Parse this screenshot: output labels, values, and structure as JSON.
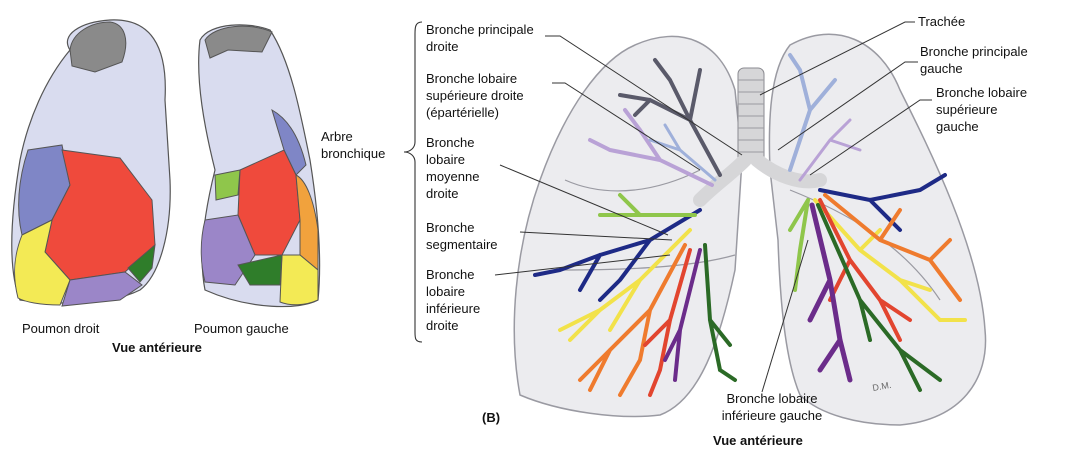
{
  "left_panel": {
    "right_lung_caption": "Poumon droit",
    "left_lung_caption": "Poumon gauche",
    "view_caption": "Vue antérieure"
  },
  "right_panel": {
    "group_label": "Arbre bronchique",
    "panel_letter": "(B)",
    "view_caption": "Vue antérieure",
    "watermark_initials": "D.M.",
    "labels": {
      "bronche_principale_droite": "Bronche principale droite",
      "bronche_lobaire_superieure_droite": "Bronche lobaire supérieure droite (épartérielle)",
      "bronche_lobaire_moyenne_droite": "Bronche lobaire moyenne droite",
      "bronche_segmentaire": "Bronche segmentaire",
      "bronche_lobaire_inferieure_droite": "Bronche lobaire inférieure droite",
      "trachee": "Trachée",
      "bronche_principale_gauche": "Bronche principale gauche",
      "bronche_lobaire_superieure_gauche": "Bronche lobaire supérieure gauche",
      "bronche_lobaire_inferieure_gauche": "Bronche lobaire inférieure gauche"
    }
  },
  "colors": {
    "lavender": "#d9dcef",
    "grey_apex": "#8a8a8a",
    "blue": "#7f86c6",
    "red": "#ef4a3c",
    "yellow": "#f3ea55",
    "purple": "#9b86c8",
    "green": "#2f7d2a",
    "orange": "#f1a23d",
    "lung_fill": "#ececef",
    "lung_stroke": "#9a9aa2",
    "trachea": "#d6d6d8",
    "branch_darkgrey": "#5a5a6a",
    "branch_lilac": "#b9a2d6",
    "branch_lightblue": "#9fb0da",
    "branch_navy": "#1e2a86",
    "branch_yellow": "#f2e24a",
    "branch_orange": "#ef7b2e",
    "branch_red": "#e2452f",
    "branch_purple": "#6b2c8a",
    "branch_green": "#2b6a26",
    "branch_lightgreen": "#8fc64b",
    "leader": "#333333"
  }
}
